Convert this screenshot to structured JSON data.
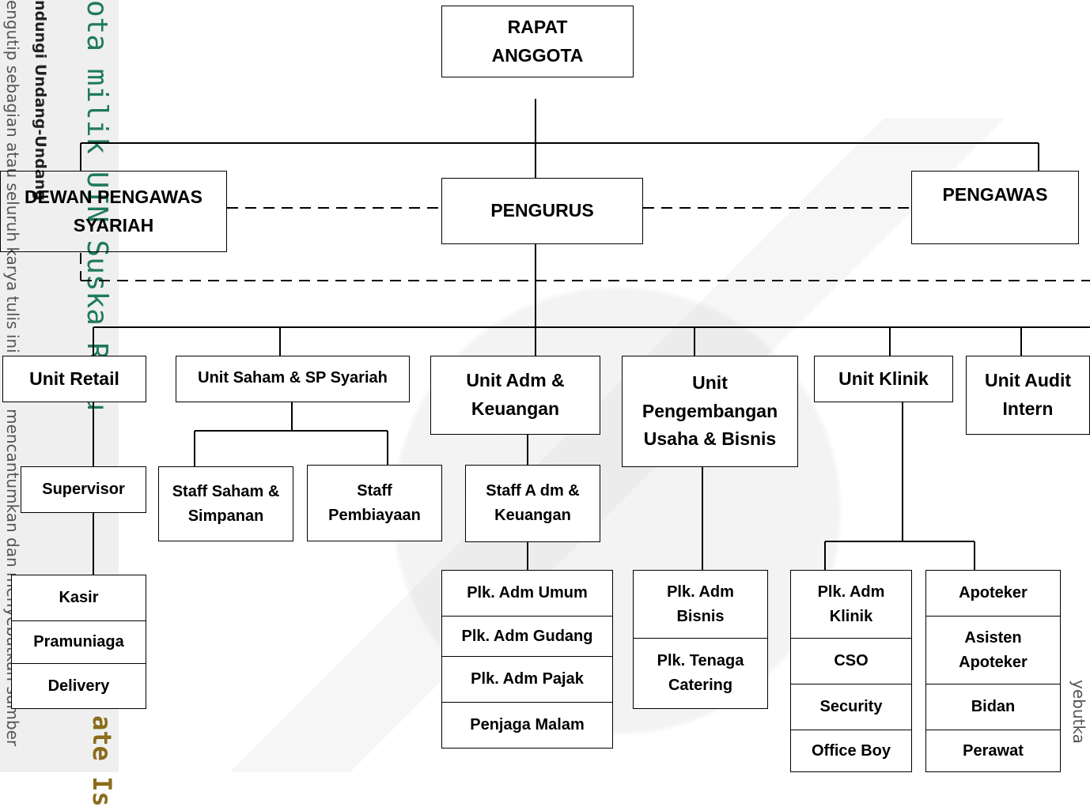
{
  "watermark": {
    "col_a": "engutip sebagian atau seluruh karya tulis ini tanpa mencantumkan dan menyebutkan sumber",
    "col_b": "ndungi Undang-Undang",
    "col_c": "ota milik UIN Suska Riau",
    "col_d": "ate Is",
    "col_e": "yebutka"
  },
  "nodes": {
    "rapat": "RAPAT ANGGOTA",
    "dewan": "DEWAN PENGAWAS SYARIAH",
    "pengurus": "PENGURUS",
    "pengawas": "PENGAWAS",
    "retail": "Unit Retail",
    "saham": "Unit Saham & SP Syariah",
    "adm": "Unit Adm & Keuangan",
    "pengembangan": "Unit Pengembangan Usaha & Bisnis",
    "klinik": "Unit Klinik",
    "audit": "Unit Audit Intern",
    "supervisor": "Supervisor",
    "kasir": "Kasir",
    "pramuniaga": "Pramuniaga",
    "delivery": "Delivery",
    "staff_saham": "Staff Saham & Simpanan",
    "staff_pembiayaan": "Staff Pembiayaan",
    "staff_adm": "Staff A dm & Keuangan",
    "plk_umum": "Plk. Adm Umum",
    "plk_gudang": "Plk. Adm Gudang",
    "plk_pajak": "Plk. Adm Pajak",
    "penjaga": "Penjaga Malam",
    "plk_bisnis": "Plk. Adm Bisnis",
    "plk_catering": "Plk. Tenaga Catering",
    "plk_klinik": "Plk. Adm Klinik",
    "cso": "CSO",
    "security": "Security",
    "office_boy": "Office Boy",
    "apoteker": "Apoteker",
    "asisten": "Asisten Apoteker",
    "bidan": "Bidan",
    "perawat": "Perawat"
  },
  "colors": {
    "line": "#000000",
    "watermark_green": "#1f7a5a",
    "watermark_gold": "#8a6c1a"
  }
}
